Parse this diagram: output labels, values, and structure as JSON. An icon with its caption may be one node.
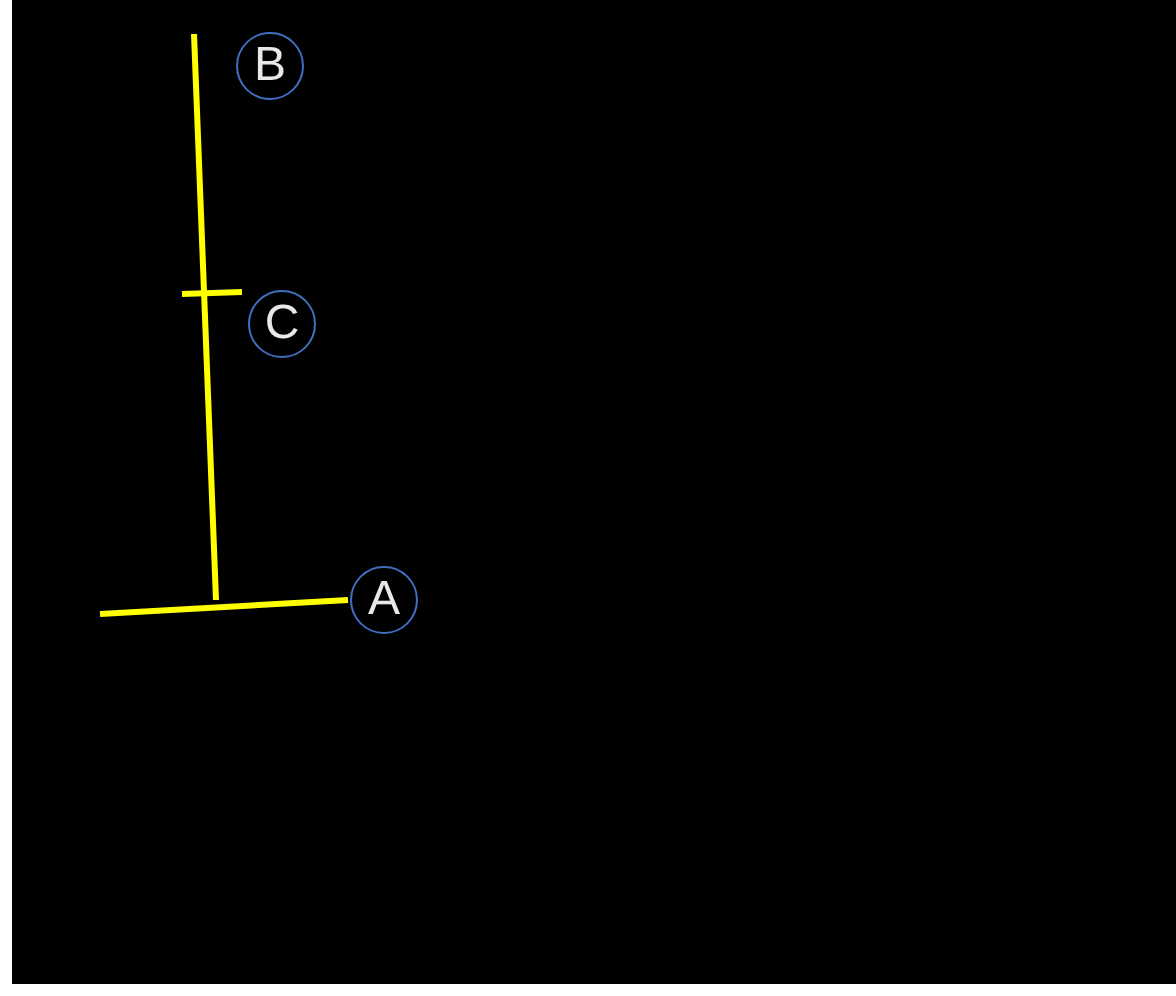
{
  "diagram": {
    "nodes": [
      {
        "text": [
          "B"
        ]
      },
      {
        "text": [
          "C"
        ]
      },
      {
        "text": [
          "A"
        ]
      }
    ]
  }
}
